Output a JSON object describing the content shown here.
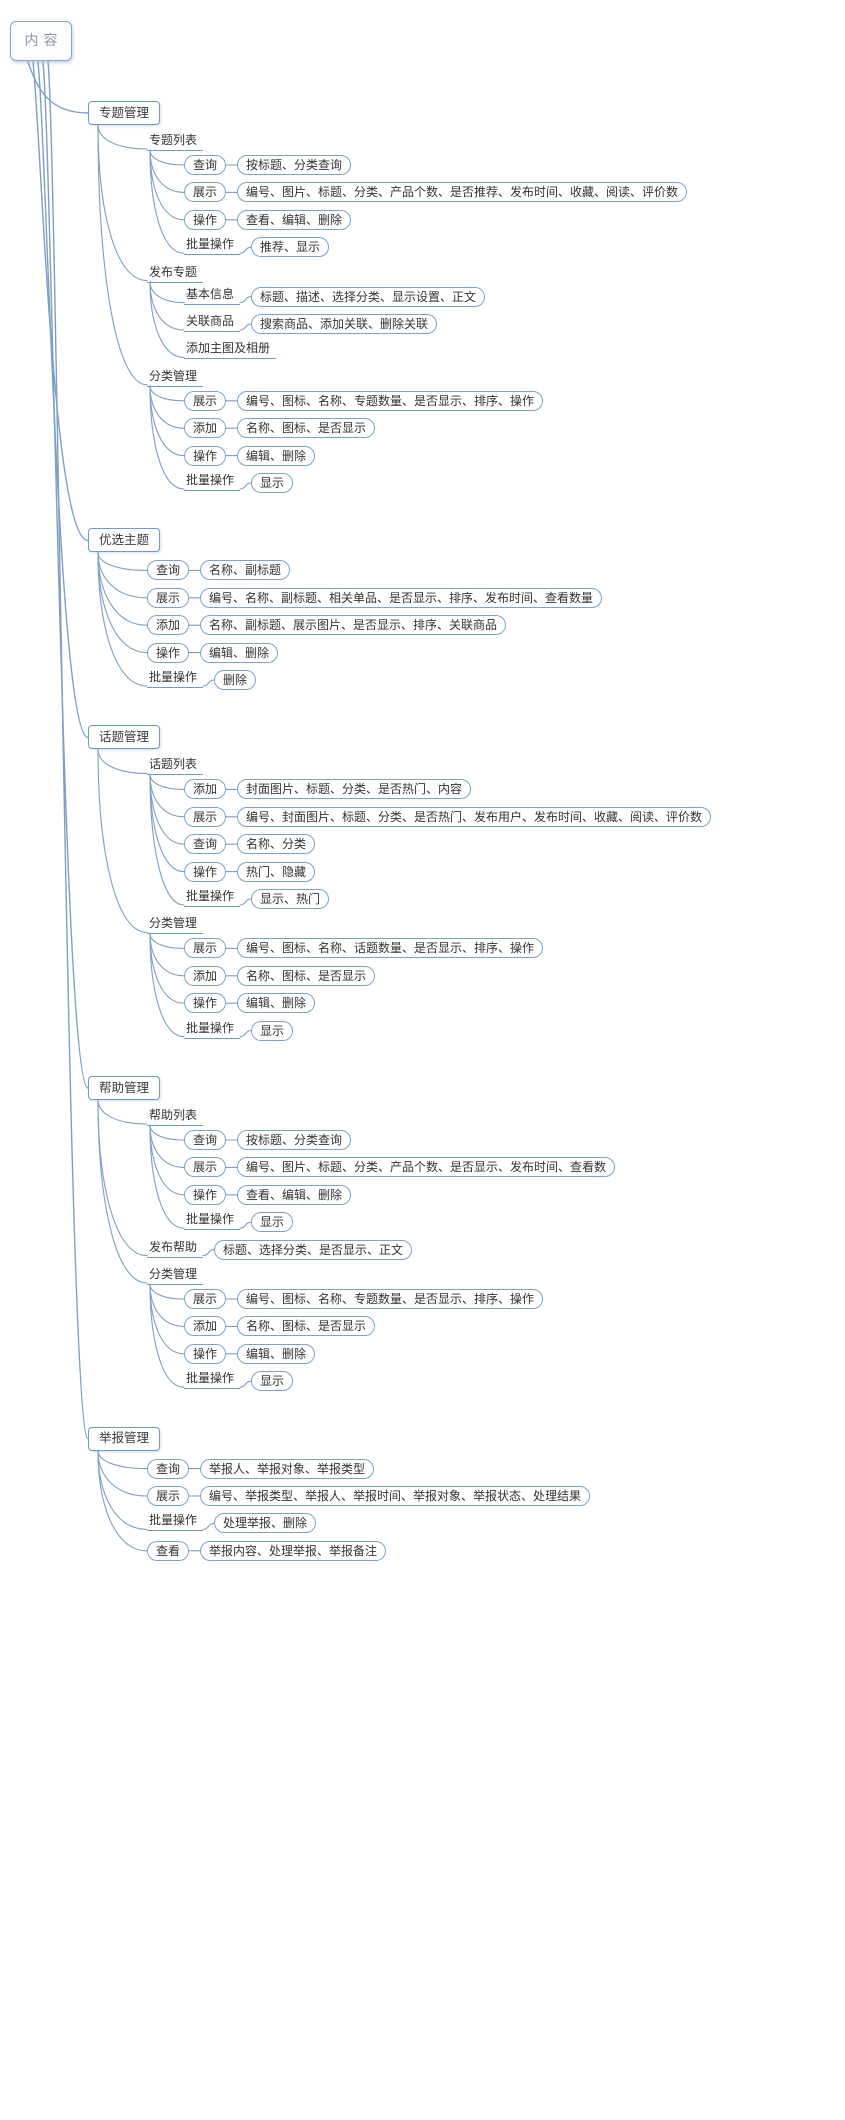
{
  "palette": {
    "connector": "#7d9fc2",
    "node_border": "#6f9bc4",
    "node_fill": "#ffffff",
    "text": "#333333",
    "root_text": "#8d99a6"
  },
  "tree": {
    "label": "内容",
    "style": "root",
    "children": [
      {
        "label": "专题管理",
        "style": "rect",
        "children": [
          {
            "label": "专题列表",
            "style": "line",
            "children": [
              {
                "label": "查询",
                "style": "box",
                "children": [
                  {
                    "label": "按标题、分类查询",
                    "style": "leaf"
                  }
                ]
              },
              {
                "label": "展示",
                "style": "box",
                "children": [
                  {
                    "label": "编号、图片、标题、分类、产品个数、是否推荐、发布时间、收藏、阅读、评价数",
                    "style": "leaf"
                  }
                ]
              },
              {
                "label": "操作",
                "style": "box",
                "children": [
                  {
                    "label": "查看、编辑、删除",
                    "style": "leaf"
                  }
                ]
              },
              {
                "label": "批量操作",
                "style": "line",
                "children": [
                  {
                    "label": "推荐、显示",
                    "style": "leaf"
                  }
                ]
              }
            ]
          },
          {
            "label": "发布专题",
            "style": "line",
            "children": [
              {
                "label": "基本信息",
                "style": "line",
                "children": [
                  {
                    "label": "标题、描述、选择分类、显示设置、正文",
                    "style": "leaf"
                  }
                ]
              },
              {
                "label": "关联商品",
                "style": "line",
                "children": [
                  {
                    "label": "搜索商品、添加关联、删除关联",
                    "style": "leaf"
                  }
                ]
              },
              {
                "label": "添加主图及相册",
                "style": "line"
              }
            ]
          },
          {
            "label": "分类管理",
            "style": "line",
            "children": [
              {
                "label": "展示",
                "style": "box",
                "children": [
                  {
                    "label": "编号、图标、名称、专题数量、是否显示、排序、操作",
                    "style": "leaf"
                  }
                ]
              },
              {
                "label": "添加",
                "style": "box",
                "children": [
                  {
                    "label": "名称、图标、是否显示",
                    "style": "leaf"
                  }
                ]
              },
              {
                "label": "操作",
                "style": "box",
                "children": [
                  {
                    "label": "编辑、删除",
                    "style": "leaf"
                  }
                ]
              },
              {
                "label": "批量操作",
                "style": "line",
                "children": [
                  {
                    "label": "显示",
                    "style": "leaf"
                  }
                ]
              }
            ]
          }
        ]
      },
      {
        "label": "优选主题",
        "style": "rect",
        "children": [
          {
            "label": "查询",
            "style": "box",
            "children": [
              {
                "label": "名称、副标题",
                "style": "leaf"
              }
            ]
          },
          {
            "label": "展示",
            "style": "box",
            "children": [
              {
                "label": "编号、名称、副标题、相关单品、是否显示、排序、发布时间、查看数量",
                "style": "leaf"
              }
            ]
          },
          {
            "label": "添加",
            "style": "box",
            "children": [
              {
                "label": "名称、副标题、展示图片、是否显示、排序、关联商品",
                "style": "leaf"
              }
            ]
          },
          {
            "label": "操作",
            "style": "box",
            "children": [
              {
                "label": "编辑、删除",
                "style": "leaf"
              }
            ]
          },
          {
            "label": "批量操作",
            "style": "line",
            "children": [
              {
                "label": "删除",
                "style": "leaf"
              }
            ]
          }
        ]
      },
      {
        "label": "话题管理",
        "style": "rect",
        "children": [
          {
            "label": "话题列表",
            "style": "line",
            "children": [
              {
                "label": "添加",
                "style": "box",
                "children": [
                  {
                    "label": "封面图片、标题、分类、是否热门、内容",
                    "style": "leaf"
                  }
                ]
              },
              {
                "label": "展示",
                "style": "box",
                "children": [
                  {
                    "label": "编号、封面图片、标题、分类、是否热门、发布用户、发布时间、收藏、阅读、评价数",
                    "style": "leaf"
                  }
                ]
              },
              {
                "label": "查询",
                "style": "box",
                "children": [
                  {
                    "label": "名称、分类",
                    "style": "leaf"
                  }
                ]
              },
              {
                "label": "操作",
                "style": "box",
                "children": [
                  {
                    "label": "热门、隐藏",
                    "style": "leaf"
                  }
                ]
              },
              {
                "label": "批量操作",
                "style": "line",
                "children": [
                  {
                    "label": "显示、热门",
                    "style": "leaf"
                  }
                ]
              }
            ]
          },
          {
            "label": "分类管理",
            "style": "line",
            "children": [
              {
                "label": "展示",
                "style": "box",
                "children": [
                  {
                    "label": "编号、图标、名称、话题数量、是否显示、排序、操作",
                    "style": "leaf"
                  }
                ]
              },
              {
                "label": "添加",
                "style": "box",
                "children": [
                  {
                    "label": "名称、图标、是否显示",
                    "style": "leaf"
                  }
                ]
              },
              {
                "label": "操作",
                "style": "box",
                "children": [
                  {
                    "label": "编辑、删除",
                    "style": "leaf"
                  }
                ]
              },
              {
                "label": "批量操作",
                "style": "line",
                "children": [
                  {
                    "label": "显示",
                    "style": "leaf"
                  }
                ]
              }
            ]
          }
        ]
      },
      {
        "label": "帮助管理",
        "style": "rect",
        "children": [
          {
            "label": "帮助列表",
            "style": "line",
            "children": [
              {
                "label": "查询",
                "style": "box",
                "children": [
                  {
                    "label": "按标题、分类查询",
                    "style": "leaf"
                  }
                ]
              },
              {
                "label": "展示",
                "style": "box",
                "children": [
                  {
                    "label": "编号、图片、标题、分类、产品个数、是否显示、发布时间、查看数",
                    "style": "leaf"
                  }
                ]
              },
              {
                "label": "操作",
                "style": "box",
                "children": [
                  {
                    "label": "查看、编辑、删除",
                    "style": "leaf"
                  }
                ]
              },
              {
                "label": "批量操作",
                "style": "line",
                "children": [
                  {
                    "label": "显示",
                    "style": "leaf"
                  }
                ]
              }
            ]
          },
          {
            "label": "发布帮助",
            "style": "line",
            "children": [
              {
                "label": "标题、选择分类、是否显示、正文",
                "style": "leaf"
              }
            ]
          },
          {
            "label": "分类管理",
            "style": "line",
            "children": [
              {
                "label": "展示",
                "style": "box",
                "children": [
                  {
                    "label": "编号、图标、名称、专题数量、是否显示、排序、操作",
                    "style": "leaf"
                  }
                ]
              },
              {
                "label": "添加",
                "style": "box",
                "children": [
                  {
                    "label": "名称、图标、是否显示",
                    "style": "leaf"
                  }
                ]
              },
              {
                "label": "操作",
                "style": "box",
                "children": [
                  {
                    "label": "编辑、删除",
                    "style": "leaf"
                  }
                ]
              },
              {
                "label": "批量操作",
                "style": "line",
                "children": [
                  {
                    "label": "显示",
                    "style": "leaf"
                  }
                ]
              }
            ]
          }
        ]
      },
      {
        "label": "举报管理",
        "style": "rect",
        "children": [
          {
            "label": "查询",
            "style": "box",
            "children": [
              {
                "label": "举报人、举报对象、举报类型",
                "style": "leaf"
              }
            ]
          },
          {
            "label": "展示",
            "style": "box",
            "children": [
              {
                "label": "编号、举报类型、举报人、举报时间、举报对象、举报状态、处理结果",
                "style": "leaf"
              }
            ]
          },
          {
            "label": "批量操作",
            "style": "line",
            "children": [
              {
                "label": "处理举报、删除",
                "style": "leaf"
              }
            ]
          },
          {
            "label": "查看",
            "style": "box",
            "children": [
              {
                "label": "举报内容、处理举报、举报备注",
                "style": "leaf"
              }
            ]
          }
        ]
      }
    ]
  }
}
